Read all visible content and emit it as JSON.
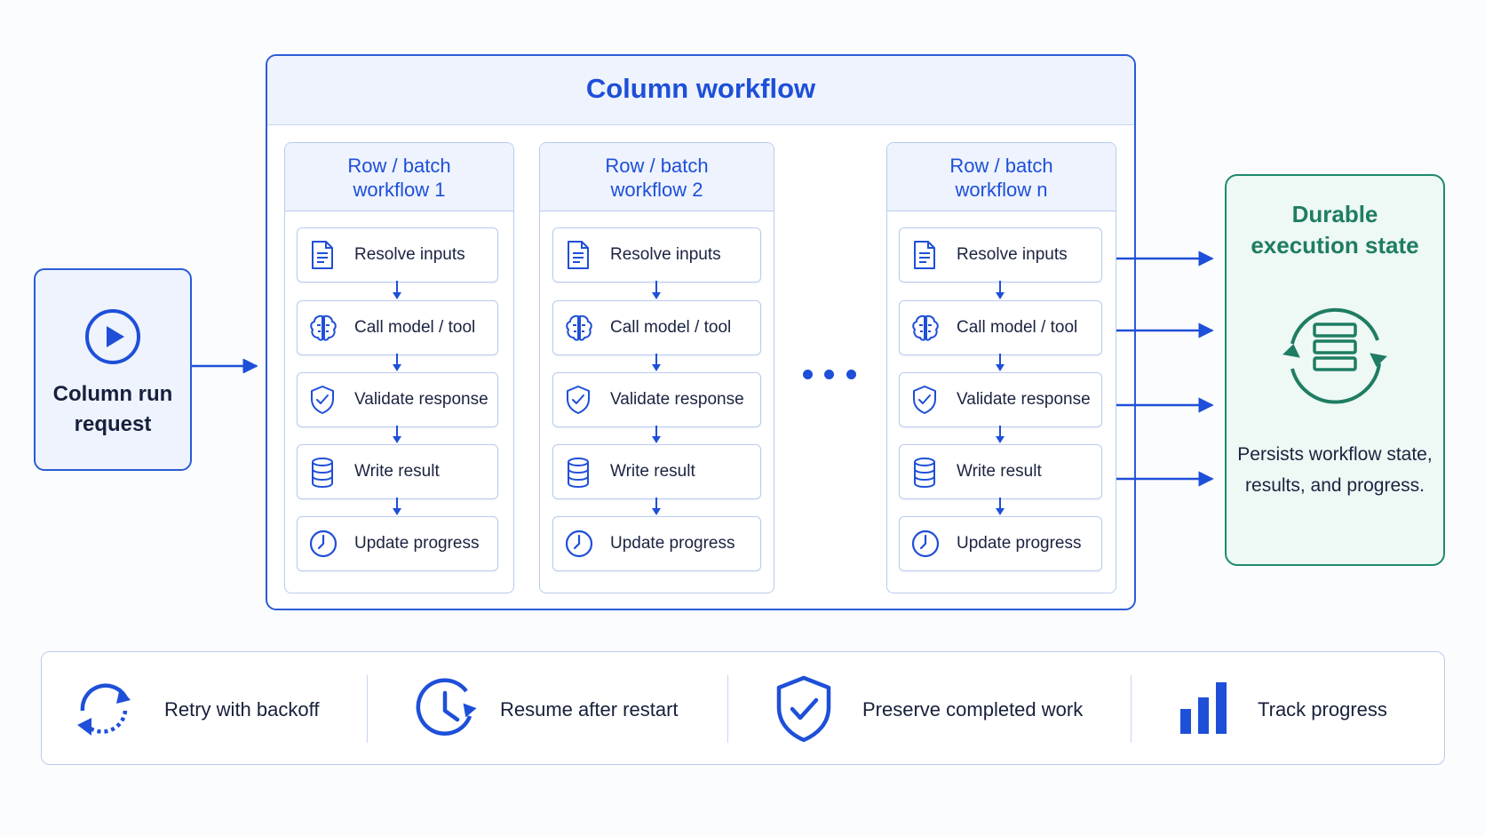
{
  "request": {
    "label": "Column run\nrequest"
  },
  "column_workflow": {
    "title": "Column workflow",
    "rows": [
      {
        "title": "Row / batch\nworkflow 1"
      },
      {
        "title": "Row / batch\nworkflow 2"
      },
      {
        "title": "Row / batch\nworkflow n"
      }
    ],
    "steps": [
      {
        "label": "Resolve inputs",
        "icon": "document-icon"
      },
      {
        "label": "Call model / tool",
        "icon": "brain-icon"
      },
      {
        "label": "Validate response",
        "icon": "shield-check-icon"
      },
      {
        "label": "Write result",
        "icon": "database-icon"
      },
      {
        "label": "Update progress",
        "icon": "clock-icon"
      }
    ]
  },
  "durable": {
    "title": "Durable\nexecution state",
    "description": "Persists workflow state, results, and progress.",
    "icon": "storage-cycle-icon"
  },
  "features": [
    {
      "label": "Retry with backoff",
      "icon": "retry-icon"
    },
    {
      "label": "Resume after restart",
      "icon": "clock-arrow-icon"
    },
    {
      "label": "Preserve completed work",
      "icon": "shield-check-icon"
    },
    {
      "label": "Track progress",
      "icon": "bar-chart-icon"
    }
  ],
  "colors": {
    "primary": "#1e4fd8",
    "green": "#1e7d63",
    "border": "#b9cbef"
  }
}
